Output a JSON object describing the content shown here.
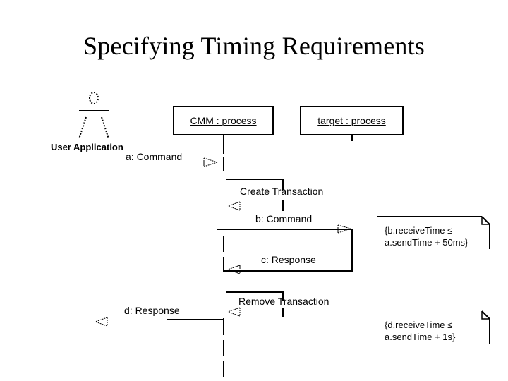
{
  "slide": {
    "title": "Specifying Timing Requirements"
  },
  "diagram": {
    "type": "uml-sequence-diagram",
    "actor": {
      "name": "User Application",
      "icon": "actor-stick-figure"
    },
    "lifelines": [
      {
        "id": "cmm",
        "label": "CMM : process"
      },
      {
        "id": "target",
        "label": "target : process"
      }
    ],
    "messages": [
      {
        "id": "a",
        "label": "a: Command",
        "from": "actor",
        "to": "cmm",
        "kind": "call"
      },
      {
        "id": "s1",
        "label": "Create Transaction",
        "from": "cmm",
        "to": "cmm",
        "kind": "self"
      },
      {
        "id": "b",
        "label": "b: Command",
        "from": "cmm",
        "to": "target",
        "kind": "call"
      },
      {
        "id": "c",
        "label": "c: Response",
        "from": "target",
        "to": "cmm",
        "kind": "return"
      },
      {
        "id": "s2",
        "label": "Remove Transaction",
        "from": "cmm",
        "to": "cmm",
        "kind": "self"
      },
      {
        "id": "d",
        "label": "d: Response",
        "from": "cmm",
        "to": "actor",
        "kind": "return"
      }
    ],
    "notes": [
      {
        "id": "note-b",
        "line1": "{b.receiveTime ≤",
        "line2": "a.sendTime + 50ms}",
        "attached_to": "b"
      },
      {
        "id": "note-d",
        "line1": "{d.receiveTime ≤",
        "line2": "a.sendTime + 1s}",
        "attached_to": "d"
      }
    ],
    "colors": {
      "stroke": "#000000",
      "background": "#ffffff",
      "text": "#000000"
    }
  }
}
